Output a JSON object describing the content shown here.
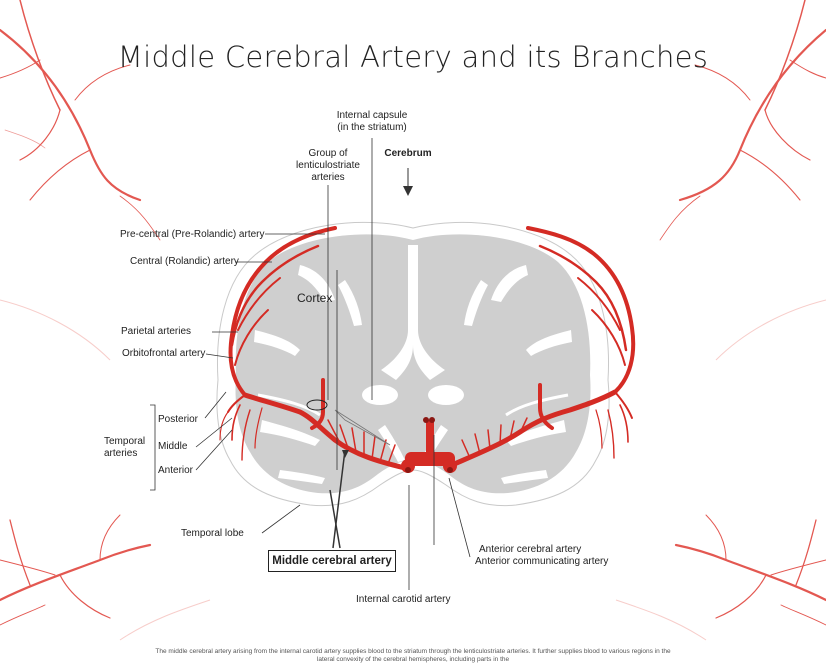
{
  "title": "Middle Cerebral Artery and its Branches",
  "colors": {
    "artery": "#d42b24",
    "brain": "#cfcfcf",
    "brain_outline": "#b5b5b5",
    "line": "#333333"
  },
  "labels": {
    "internal_capsule": [
      "Internal capsule",
      "(in the striatum)"
    ],
    "lenticulostriate": [
      "Group of",
      "lenticulostriate",
      "arteries"
    ],
    "cerebrum": "Cerebrum",
    "precentral": "Pre-central (Pre-Rolandic) artery",
    "central": "Central (Rolandic) artery",
    "cortex": "Cortex",
    "parietal": "Parietal arteries",
    "orbitofrontal": "Orbitofrontal artery",
    "temporal_group": [
      "Temporal",
      "arteries"
    ],
    "posterior": "Posterior",
    "middle": "Middle",
    "anterior": "Anterior",
    "temporal_lobe": "Temporal lobe",
    "middle_cerebral": "Middle cerebral artery",
    "anterior_cerebral": "Anterior cerebral artery",
    "anterior_communicating": "Anterior communicating artery",
    "internal_carotid": "Internal carotid artery"
  },
  "caption": "The middle cerebral artery arising from the internal carotid artery supplies blood to the striatum through the lenticulostriate arteries. It further supplies blood to various regions in the lateral convexity of the cerebral hemispheres, including parts in the"
}
